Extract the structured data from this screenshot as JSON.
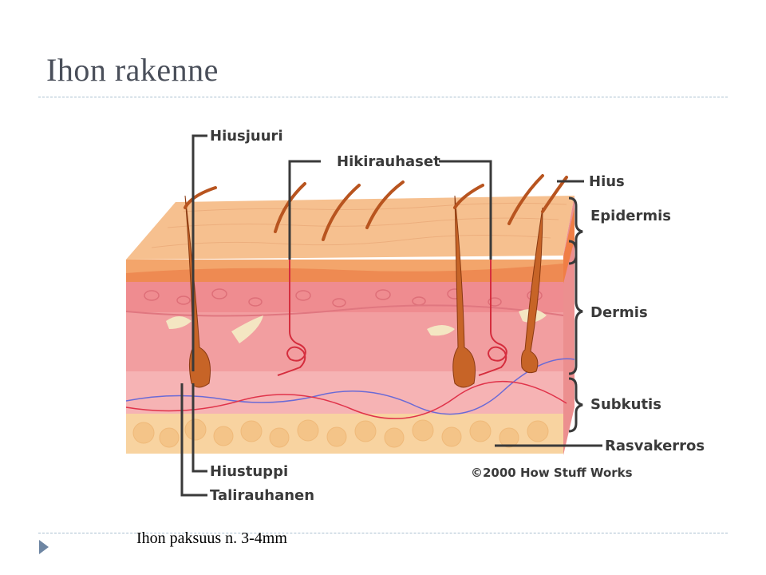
{
  "slide": {
    "title": "Ihon rakenne",
    "caption": "Ihon paksuus n. 3-4mm"
  },
  "diagram": {
    "labels": {
      "hiusjuuri": "Hiusjuuri",
      "hikirauhaset": "Hikirauhaset",
      "hius": "Hius",
      "epidermis": "Epidermis",
      "dermis": "Dermis",
      "subkutis": "Subkutis",
      "rasvakerros": "Rasvakerros",
      "hiustuppi": "Hiustuppi",
      "talirauhanen": "Talirauhanen"
    },
    "copyright": "©2000 How Stuff Works"
  },
  "colors": {
    "epidermis_top": "#f6c08f",
    "epidermis_band": "#f08a4e",
    "dermis": "#f19a9d",
    "subkutis": "#f5aeb0",
    "fat": "#f8d3a0",
    "hair": "#b8541f",
    "accent_rule": "#a9bfd0",
    "bullet": "#6e86a3"
  }
}
